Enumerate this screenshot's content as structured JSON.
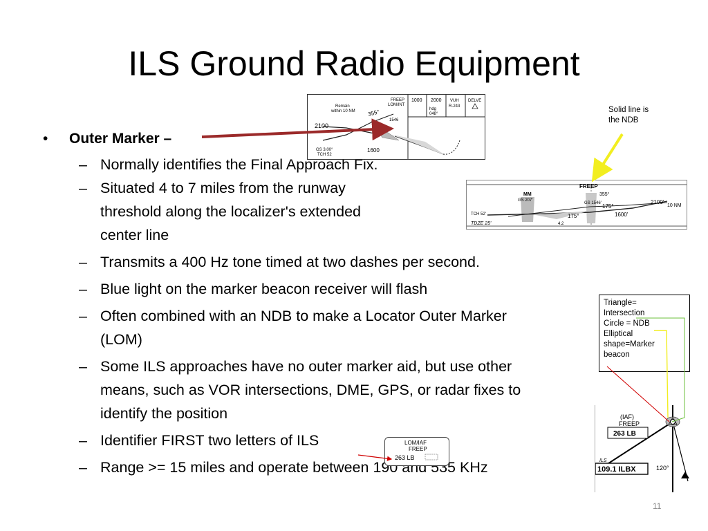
{
  "title": "ILS Ground Radio Equipment",
  "bullet_main": "Outer Marker –",
  "sub_bullets": [
    "Normally identifies the Final Approach Fix.",
    "Situated 4 to 7 miles from the runway",
    "threshold along the localizer's extended",
    "center line",
    "Transmits a 400 Hz tone timed at two dashes per second.",
    "Blue light on the marker beacon receiver will flash",
    "Often combined with an NDB to make a Locator Outer Marker",
    "(LOM)",
    "Some ILS approaches have no outer marker aid, but use other",
    "means, such as VOR intersections, DME, GPS, or radar fixes to",
    "identify the position",
    "Identifier FIRST two letters of ILS",
    "Range >= 15 miles and operate between 190 and 535 KHz"
  ],
  "notes": {
    "ndb_line": [
      "Solid line is",
      "the NDB"
    ],
    "legend": [
      "Triangle=",
      "Intersection",
      "Circle = NDB",
      "Elliptical",
      "shape=Marker",
      "beacon"
    ]
  },
  "chart_top": {
    "remain": [
      "Remain",
      "within 10 NM"
    ],
    "heading_355": "355°",
    "alt_2100": "2100",
    "alt_1600": "1600",
    "gs": [
      "GS 3.00°",
      "TCH 52"
    ],
    "freep": [
      "FREEP",
      "LOM/INT"
    ],
    "num_1546": "1546",
    "col_1000": "1000",
    "col_2000": "2000",
    "hdg": [
      "hdg",
      "048°"
    ],
    "vuh": [
      "VUH",
      "R-243"
    ],
    "delve": "DELVE"
  },
  "chart_profile": {
    "freep": "FREEP",
    "mm": [
      "MM",
      "GS 207'"
    ],
    "gs1546": "GS 1546'",
    "h355": "355°",
    "h175a": "175°",
    "h175b": "175°",
    "alt2100": "2100'",
    "nm10": "10 NM",
    "alt1600": "1600'",
    "tch": "TCH 52'",
    "tdze": "TDZE 25'",
    "dist": "4.2"
  },
  "chart_lom": {
    "label": [
      "LOM/IAF",
      "FREEP"
    ],
    "freq": "263 LB"
  },
  "chart_map": {
    "iaf": "(IAF)",
    "freep": "FREEP",
    "freq": "263 LB",
    "ils": "ILS",
    "ils_freq": "109.1 ILBX",
    "hdg": "120°"
  },
  "page_number": "11",
  "colors": {
    "arrow_red": "#9b2a2a",
    "arrow_yellow": "#f2ee20",
    "green_line": "#6bbf3a"
  }
}
